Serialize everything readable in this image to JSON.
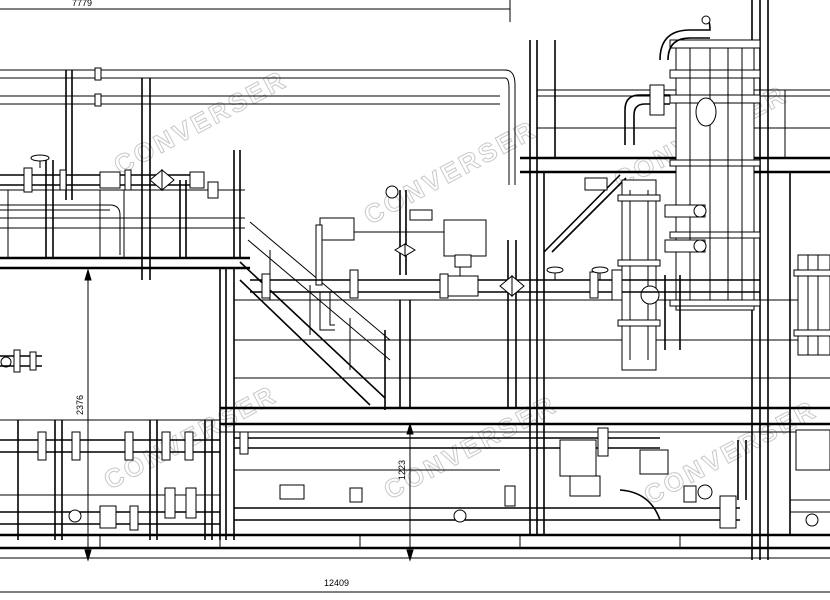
{
  "drawing": {
    "title": "Skid piping and structural elevation",
    "dimensions": {
      "top_width": "7779",
      "bottom_width": "12409",
      "left_height": "2376",
      "middle_height": "1223"
    },
    "watermark": "CONVERSER"
  }
}
